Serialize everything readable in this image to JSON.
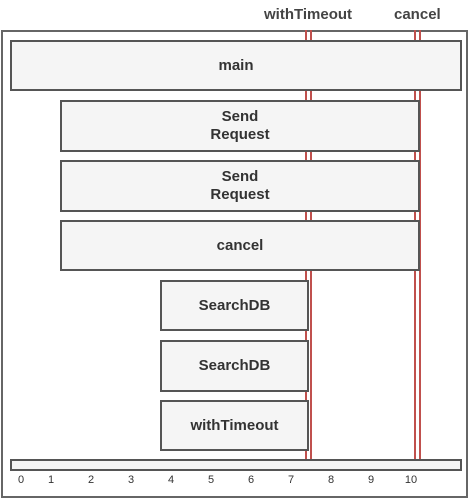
{
  "diagram": {
    "markers": [
      {
        "label": "withTimeout",
        "time": 7.2
      },
      {
        "label": "cancel",
        "time": 9.95
      }
    ],
    "bars": [
      {
        "label": "main",
        "start": 0,
        "end": 11
      },
      {
        "label": "Send\nRequest",
        "start": 1,
        "end": 10
      },
      {
        "label": "Send\nRequest",
        "start": 1,
        "end": 10
      },
      {
        "label": "cancel",
        "start": 1,
        "end": 10
      },
      {
        "label": "SearchDB",
        "start": 3.5,
        "end": 7.2
      },
      {
        "label": "SearchDB",
        "start": 3.5,
        "end": 7.2
      },
      {
        "label": "withTimeout",
        "start": 3.5,
        "end": 7.2
      }
    ],
    "ticks": [
      "0",
      "1",
      "2",
      "3",
      "4",
      "5",
      "6",
      "7",
      "8",
      "9",
      "10"
    ],
    "colors": {
      "marker": "#c0504d",
      "border": "#555555"
    }
  }
}
